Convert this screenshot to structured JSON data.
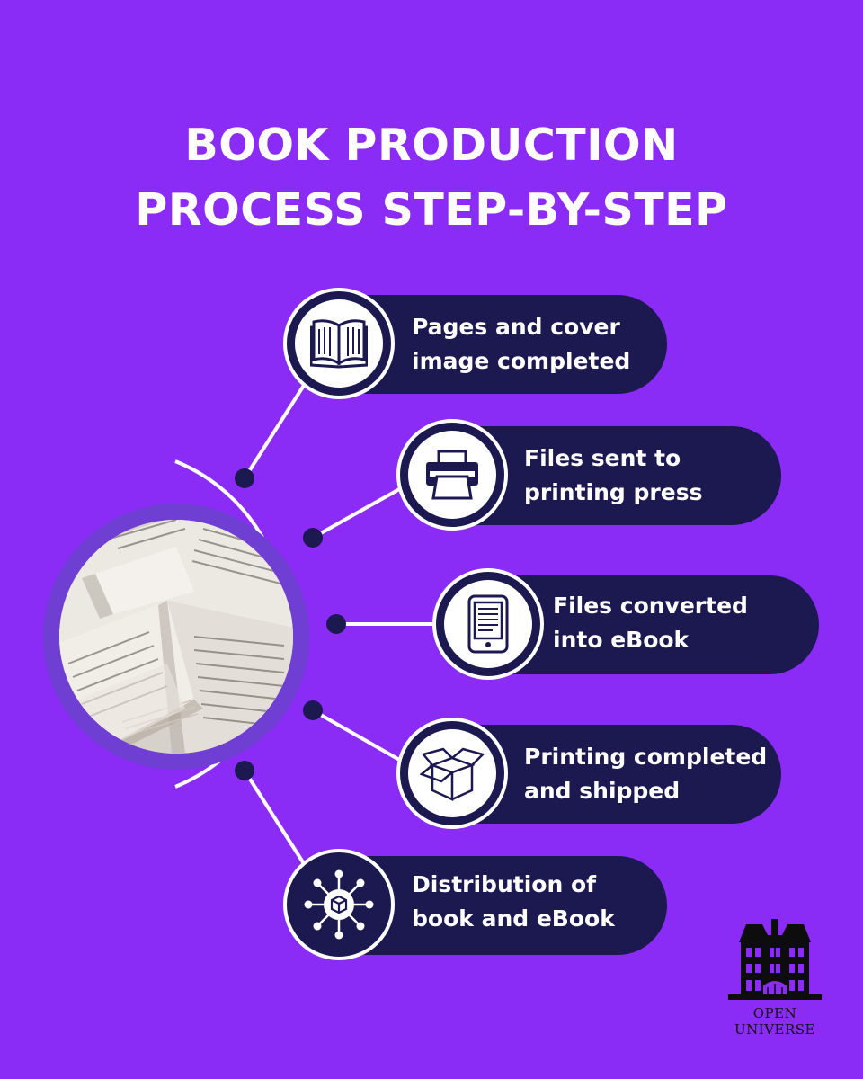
{
  "title": {
    "line1": "BOOK PRODUCTION",
    "line2": "PROCESS STEP-BY-STEP"
  },
  "colors": {
    "background": "#8a2cf6",
    "pill": "#1c1850",
    "connector": "#ffffff",
    "node": "#1c1850",
    "photo_ring": "#6e3fd2"
  },
  "steps": [
    {
      "icon": "open-book-icon",
      "line1": "Pages and cover",
      "line2": "image completed"
    },
    {
      "icon": "printer-icon",
      "line1": "Files sent to",
      "line2": "printing press"
    },
    {
      "icon": "ereader-icon",
      "line1": "Files converted",
      "line2": "into eBook"
    },
    {
      "icon": "open-box-icon",
      "line1": "Printing completed",
      "line2": "and shipped"
    },
    {
      "icon": "distribution-network-icon",
      "line1": "Distribution of",
      "line2": "book and eBook"
    }
  ],
  "logo": {
    "line1": "OPEN",
    "line2": "UNIVERSE"
  }
}
